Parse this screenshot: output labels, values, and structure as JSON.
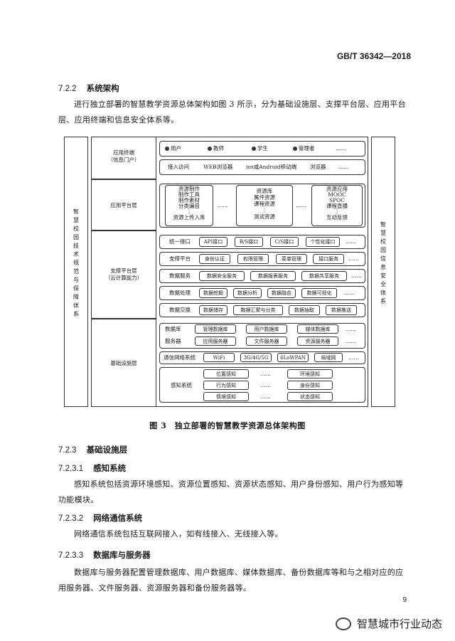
{
  "header": {
    "standard": "GB/T 36342—2018"
  },
  "section_722": {
    "num": "7.2.2",
    "title": "系统架构",
    "para": "进行独立部署的智慧教学资源总体架构如图 3 所示，分为基础设施层、支撑平台层、应用平台层、应用终端和信息安全体系等。"
  },
  "diagram": {
    "left_label": "智慧校园技术规范与保障体系",
    "right_label": "智慧校园信息安全体系",
    "layers": {
      "terminal": "应用终端\n（信息门户）",
      "app": "应用平台层",
      "support": "支撑平台层\n（云计算能力）",
      "infra": "基础设施层"
    },
    "terminal_row1": [
      "用户",
      "教师",
      "学生",
      "管理者",
      "……"
    ],
    "terminal_row2": [
      "接入访问",
      "WEB浏览器",
      "ios或Android移动端",
      "浏览器",
      "……"
    ],
    "app_group1": [
      "资源制作",
      "制作工具",
      "制作素材",
      "分类编目",
      "⋮",
      "资源上传入库"
    ],
    "app_dots": "……",
    "app_group2": [
      "资源库",
      "属件资源",
      "课程资源",
      "⋮",
      "测试资源"
    ],
    "app_group3": [
      "资源应用",
      "MOOC",
      "SPOC",
      "课程直播",
      "⋮",
      "互动反馈"
    ],
    "support_rows": [
      {
        "label": "统一接口",
        "items": [
          "API接口",
          "B/S接口",
          "C/S接口",
          "个性化接口",
          "……"
        ]
      },
      {
        "label": "支撑平台",
        "items": [
          "身份认证",
          "权限管理",
          "菜单管理",
          "接口服务",
          "……"
        ]
      },
      {
        "label": "数据服务",
        "items": [
          "数据安全服务",
          "数据报表服务",
          "数据共享服务",
          "……"
        ]
      },
      {
        "label": "数据处理",
        "items": [
          "数据挖掘",
          "数据分析",
          "数据融合",
          "数据可视化",
          "……"
        ]
      },
      {
        "label": "数据交换",
        "items": [
          "数据储存",
          "数据汇聚与分类",
          "数据抽取",
          "数据推送"
        ]
      }
    ],
    "infra_db": {
      "label": "数据库",
      "items": [
        "管理数据库",
        "用户数据库",
        "媒体数据库",
        "……"
      ]
    },
    "infra_srv": {
      "label": "服务器",
      "items": [
        "应用服务器",
        "文件服务器",
        "资源服务器",
        "……"
      ]
    },
    "infra_net": {
      "label": "通信网络系统",
      "items": [
        "WiFi",
        "3G/4G/5G",
        "6LoWPAN",
        "局域网",
        "……"
      ]
    },
    "infra_sense": {
      "label": "感知系统",
      "row1": [
        "位置感知",
        "……",
        "环境感知"
      ],
      "row2": [
        "行为感知",
        "……",
        "身份感知"
      ],
      "row3": [
        "情境感知",
        "……",
        "状态感知"
      ]
    }
  },
  "figure_caption": "图 3　独立部署的智慧教学资源总体架构图",
  "section_723": {
    "num": "7.2.3",
    "title": "基础设施层"
  },
  "section_7231": {
    "num": "7.2.3.1",
    "title": "感知系统",
    "para": "感知系统包括资源环境感知、资源位置感知、资源状态感知、用户身份感知、用户行为感知等功能模块。"
  },
  "section_7232": {
    "num": "7.2.3.2",
    "title": "网络通信系统",
    "para": "网络通信系统包括互联网接入，如有线接入、无线接入等。"
  },
  "section_7233": {
    "num": "7.2.3.3",
    "title": "数据库与服务器",
    "para": "数据库与服务器配置管理数据库、用户数据库、媒体数据库、备份数据库等和与之相对应的应用服务器、文件服务器、资源服务器和备份服务器等。"
  },
  "page_number": "9",
  "watermark": "智慧城市行业动态"
}
